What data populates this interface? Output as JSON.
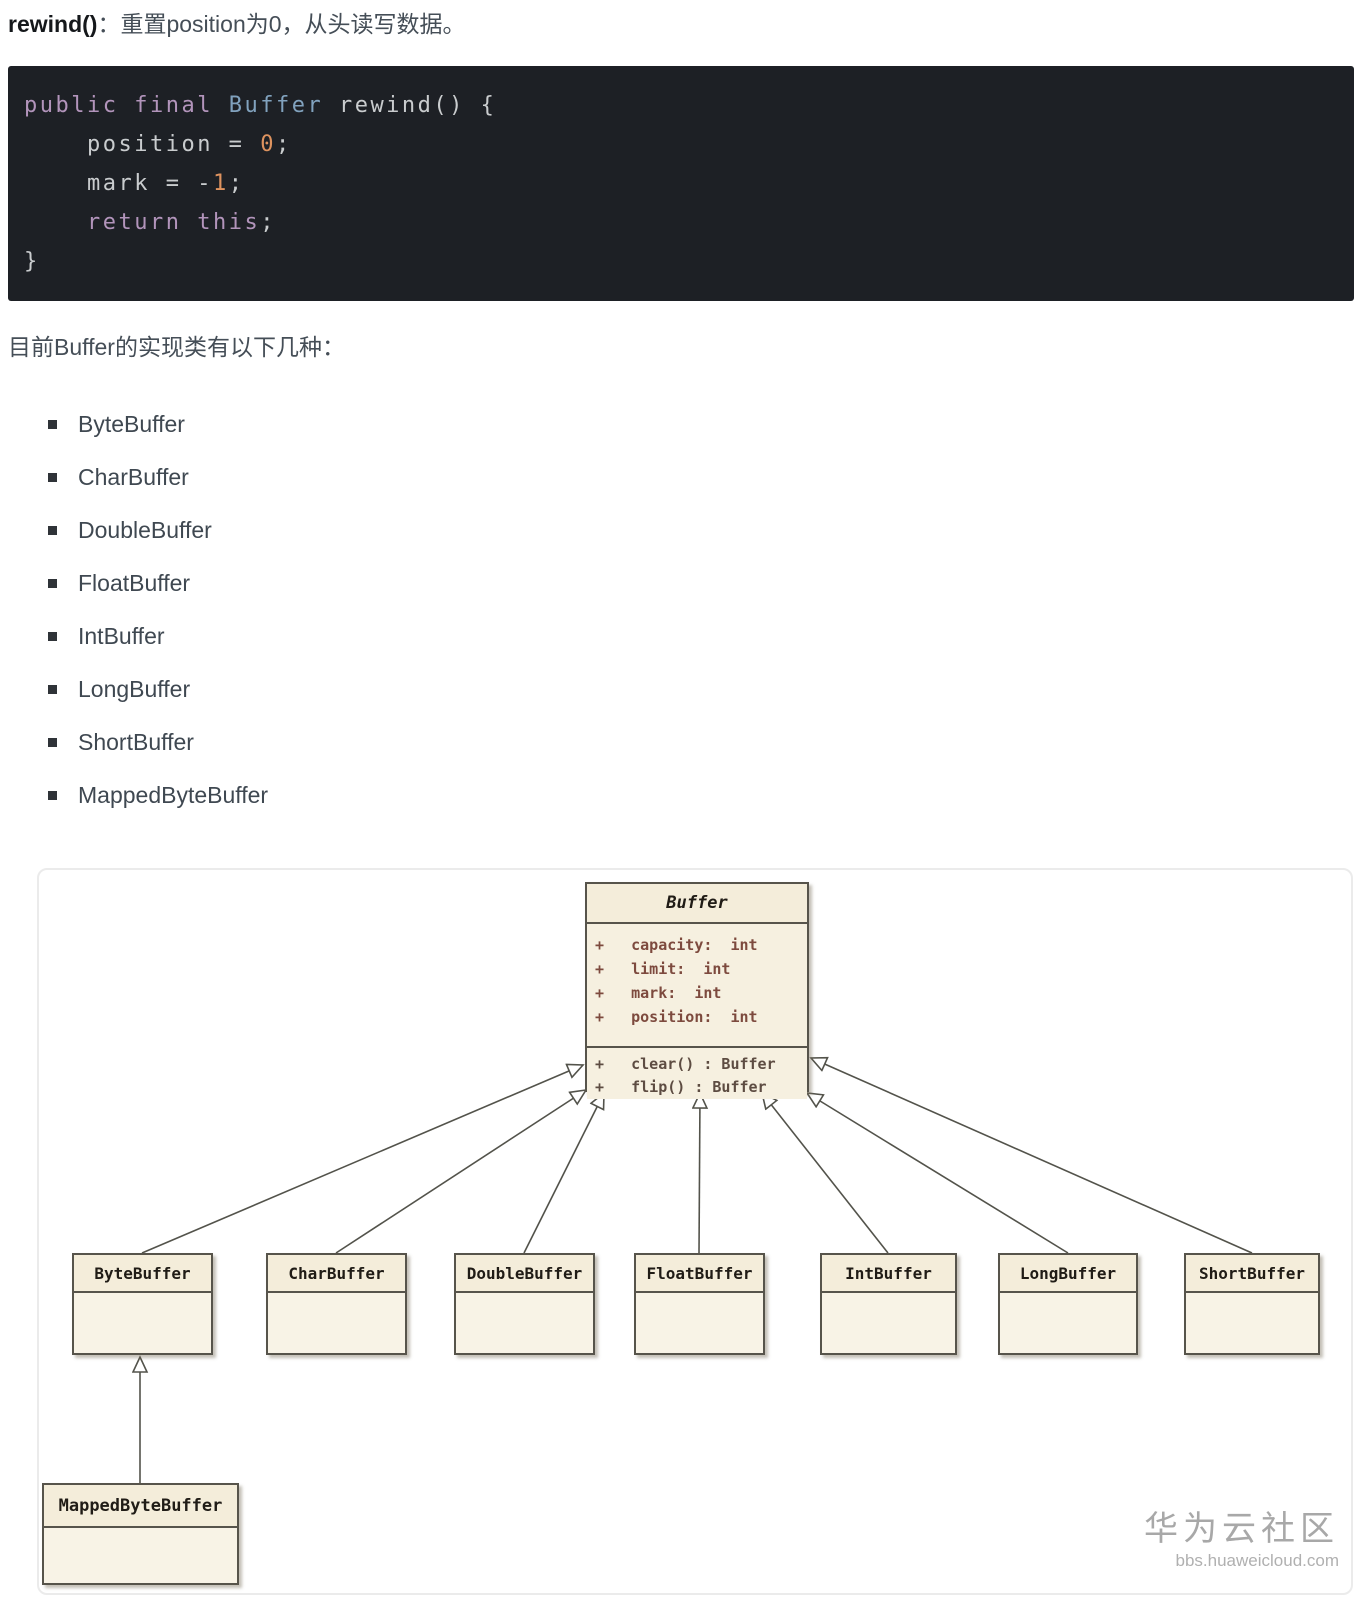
{
  "heading": {
    "term": "rewind()",
    "rest": "：重置position为0，从头读写数据。"
  },
  "code": {
    "background": "#1d2025",
    "colors": {
      "keyword": "#b294bb",
      "class": "#81a2be",
      "number": "#de935f",
      "plain": "#c9ccce"
    },
    "lines": [
      [
        {
          "t": "public",
          "c": "keyword"
        },
        {
          "t": " ",
          "c": "plain"
        },
        {
          "t": "final",
          "c": "keyword"
        },
        {
          "t": " ",
          "c": "plain"
        },
        {
          "t": "Buffer",
          "c": "class"
        },
        {
          "t": " rewind() {",
          "c": "plain"
        }
      ],
      [
        {
          "t": "    position = ",
          "c": "plain"
        },
        {
          "t": "0",
          "c": "number"
        },
        {
          "t": ";",
          "c": "plain"
        }
      ],
      [
        {
          "t": "    mark = -",
          "c": "plain"
        },
        {
          "t": "1",
          "c": "number"
        },
        {
          "t": ";",
          "c": "plain"
        }
      ],
      [
        {
          "t": "    ",
          "c": "plain"
        },
        {
          "t": "return",
          "c": "keyword"
        },
        {
          "t": " ",
          "c": "plain"
        },
        {
          "t": "this",
          "c": "keyword"
        },
        {
          "t": ";",
          "c": "plain"
        }
      ],
      [
        {
          "t": "}",
          "c": "plain"
        }
      ]
    ]
  },
  "intro": {
    "text": "目前Buffer的实现类有以下几种："
  },
  "list": {
    "items": [
      "ByteBuffer",
      "CharBuffer",
      "DoubleBuffer",
      "FloatBuffer",
      "IntBuffer",
      "LongBuffer",
      "ShortBuffer",
      "MappedByteBuffer"
    ]
  },
  "diagram": {
    "buffer_class": {
      "name": "Buffer",
      "attributes": [
        "+   capacity:  int",
        "+   limit:  int",
        "+   mark:  int",
        "+   position:  int"
      ],
      "methods": [
        "+   clear() : Buffer",
        "+   flip() : Buffer"
      ]
    },
    "subclasses": [
      "ByteBuffer",
      "CharBuffer",
      "DoubleBuffer",
      "FloatBuffer",
      "IntBuffer",
      "LongBuffer",
      "ShortBuffer"
    ],
    "mapped_subclass": "MappedByteBuffer",
    "watermark": {
      "title": "华为云社区",
      "url": "bbs.huaweicloud.com"
    },
    "colors": {
      "box_fill": "#f6f0e0",
      "box_border": "#57544b",
      "attribute_text": "#7d4a3e",
      "arrow": "#53534b"
    }
  }
}
